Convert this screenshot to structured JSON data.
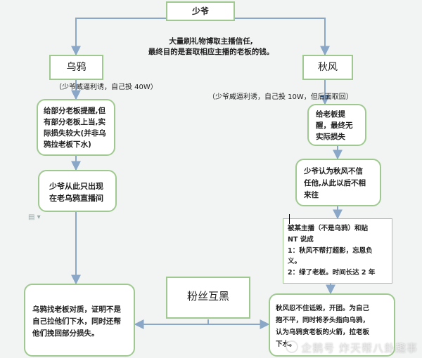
{
  "nodes": {
    "root": "少爷",
    "intro_line1": "大量刷礼物博取主播信任,",
    "intro_line2": "最终目的是套取相应主播的老板的钱。",
    "crow": "乌鸦",
    "autumn": "秋风",
    "crow_note": "（少爷威逼利诱，自己投 40W）",
    "autumn_note": "（少爷威逼利诱，自己投 10W，但后面取回）",
    "crow_box1": [
      "给部分老板提醒,但",
      "有部分老板上当,实",
      "际损失较大(并非乌",
      "鸦拉老板下水)"
    ],
    "crow_box2": [
      "少爷从此只出现",
      "在老乌鸦直播间"
    ],
    "crow_box3": [
      "乌鸦找老板对质，证明不是",
      "自己拉他们下水，同时还帮",
      "他们挽回部分损失。"
    ],
    "autumn_box1": [
      "给老板提",
      "醒，最终无",
      "实际损失"
    ],
    "autumn_box2": [
      "少爷认为秋风不信",
      "任他,从此以后不相",
      "来往"
    ],
    "autumn_box3": [
      "被某主播（不是乌鸦）和贴",
      "NT 说成",
      "1：秋风不帮打超影，忘恩负",
      "义。",
      "2：绿了老板。时间长达 2 年"
    ],
    "autumn_box4": [
      "秋风忍不住诋毁，开团。为自己",
      "抱不平，同时将矛头指向乌鸦，",
      "认为乌鸦贪老板的火箭，拉老板",
      "下水。"
    ],
    "fans": "粉丝互黑"
  },
  "watermark": "企鹅号 炸天帮八卦趣事",
  "colors": {
    "border": "#9fc98f",
    "arrow": "#8aa7c8",
    "background": "#f2f4f3"
  }
}
